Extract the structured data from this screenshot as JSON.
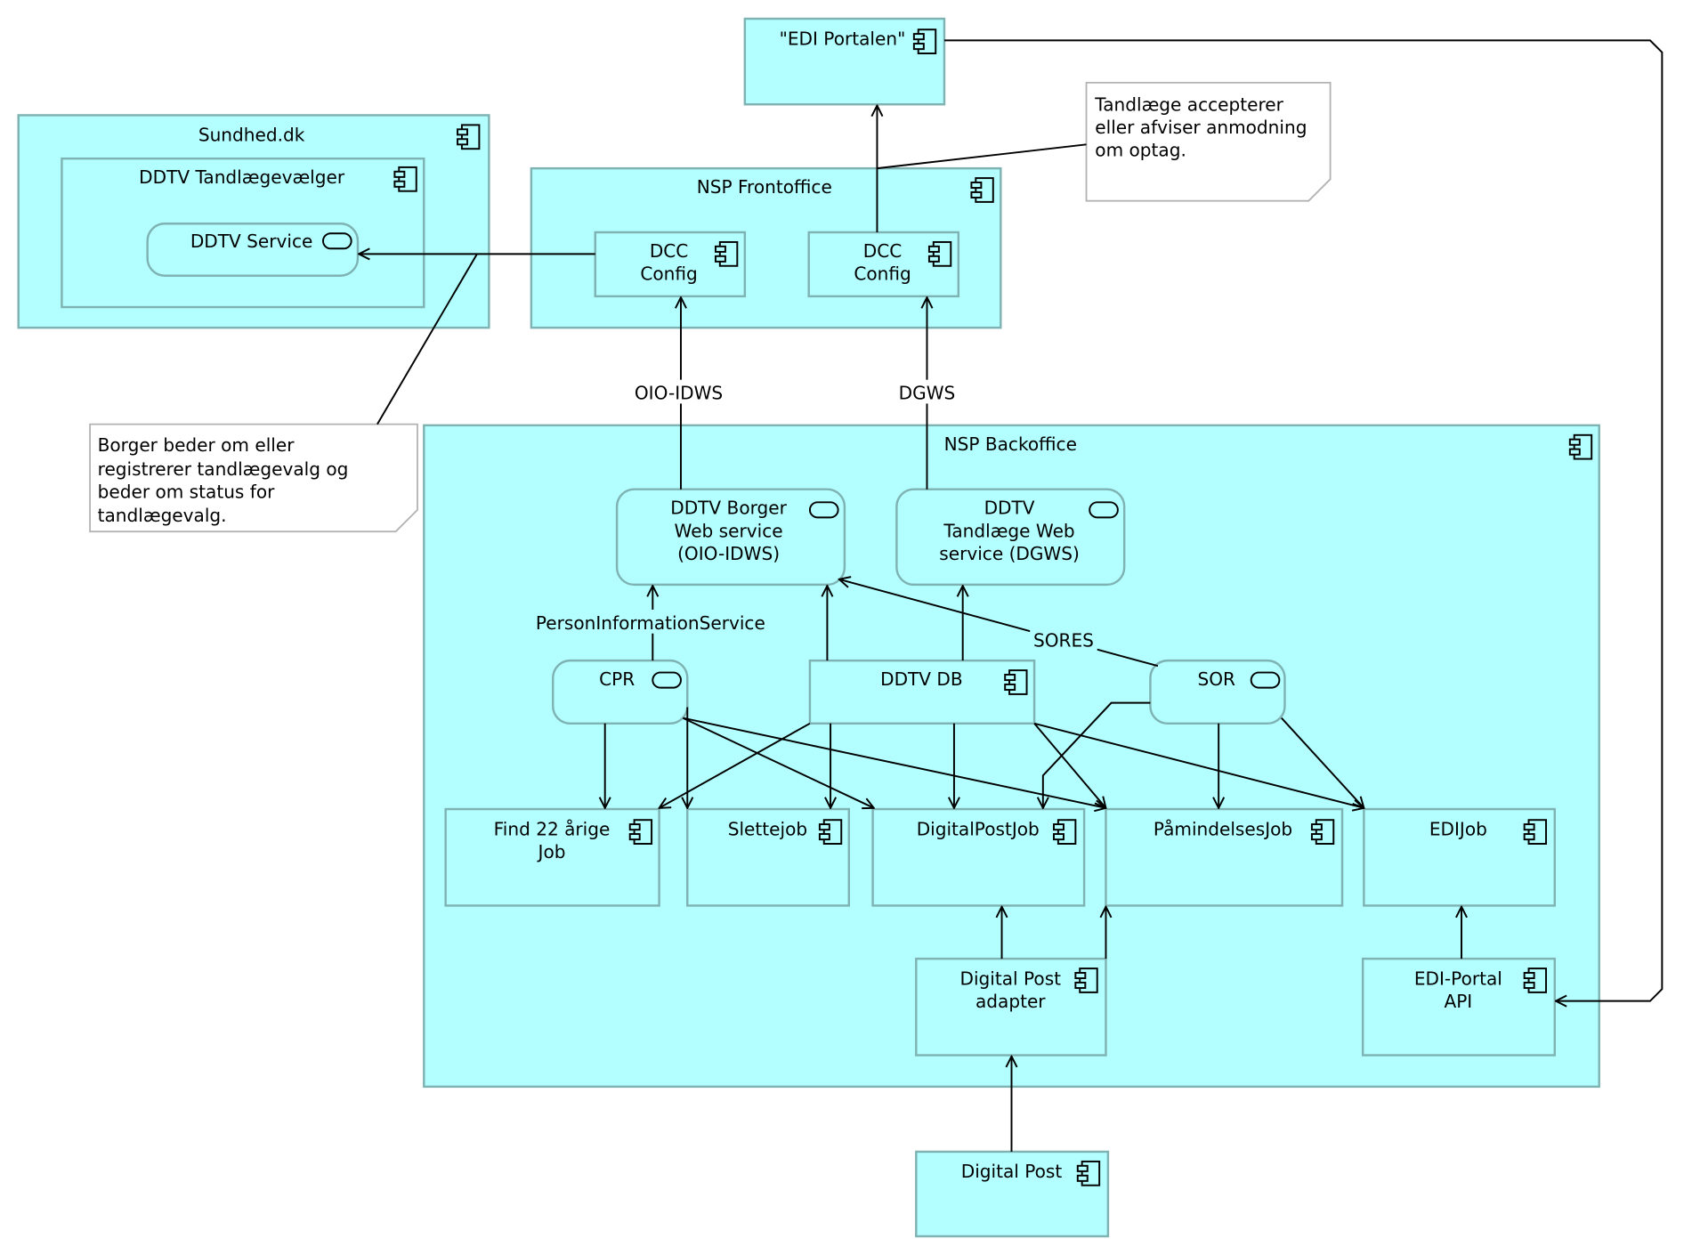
{
  "colors": {
    "component_fill": "#b3ffff",
    "component_border": "#7fb2b2",
    "note_border": "#b3b3b3",
    "connector": "#000000"
  },
  "components": {
    "edi_portalen": "\"EDI Portalen\"",
    "sundhed": "Sundhed.dk",
    "tandlaegevaelger": "DDTV Tandlægevælger",
    "ddtv_service": "DDTV Service",
    "nsp_frontoffice": "NSP Frontoffice",
    "dcc_config_1": [
      "DCC",
      "Config"
    ],
    "dcc_config_2": [
      "DCC",
      "Config"
    ],
    "nsp_backoffice": "NSP Backoffice",
    "borger_ws": [
      "DDTV Borger",
      "Web service",
      "(OIO-IDWS)"
    ],
    "tandlaege_ws": [
      "DDTV",
      "Tandlæge Web",
      "service (DGWS)"
    ],
    "cpr": "CPR",
    "ddtv_db": "DDTV DB",
    "sor": "SOR",
    "find22": [
      "Find 22 årige",
      "Job"
    ],
    "slettejob": "Slettejob",
    "digitalpostjob": "DigitalPostJob",
    "paamindelsesjob": "PåmindelsesJob",
    "edijob": "EDIJob",
    "digital_post_adapter": [
      "Digital Post",
      "adapter"
    ],
    "edi_portal_api": [
      "EDI-Portal",
      "API"
    ],
    "digital_post": "Digital Post"
  },
  "connector_labels": {
    "oio_idws": "OIO-IDWS",
    "dgws": "DGWS",
    "person_info": "PersonInformationService",
    "sores": "SORES"
  },
  "notes": {
    "tandlaege": [
      "Tandlæge accepterer",
      "eller afviser anmodning",
      "om optag."
    ],
    "borger": [
      "Borger beder om eller",
      "registrerer tandlægevalg og",
      "beder om status for",
      "tandlægevalg."
    ]
  }
}
